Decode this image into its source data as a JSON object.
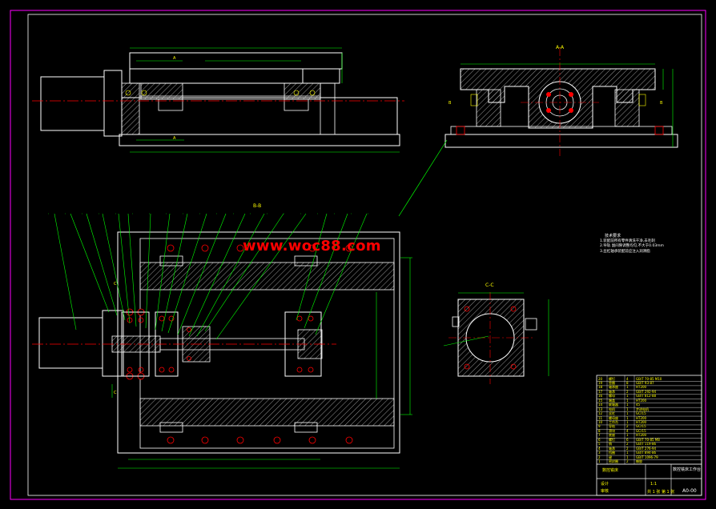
{
  "watermark": "www.woc88.com",
  "section_labels": {
    "aa": "A-A",
    "bb": "B-B",
    "cc": "C-C",
    "a_mark": "A",
    "b_mark": "B",
    "c_mark": "C"
  },
  "tech_notes": {
    "heading": "技术要求",
    "lines": [
      "1.装配前所有零件清洗干净,去毛刺",
      "2.导轨 副间隙调整均匀,不大于0.03mm",
      "3.丝杠轴承装配前应注入润滑脂"
    ]
  },
  "title_block": {
    "drawing_title": "数控铣床工作台",
    "scale": "1:1",
    "drawing_number": "A0-00",
    "sheet": "共 1 张 第 1 张",
    "company": "数控铣床",
    "designer": "设计",
    "checker": "审核"
  },
  "bom_rows": [
    [
      "20",
      "螺钉",
      "4",
      "GB/T 70-85 M10"
    ],
    [
      "19",
      "垫圈",
      "8",
      "GB/T 93-87"
    ],
    [
      "18",
      "轴承座",
      "1",
      "HT200"
    ],
    [
      "17",
      "轴承",
      "2",
      "GB/T 292-94"
    ],
    [
      "16",
      "螺母",
      "1",
      "GB/T 812-88"
    ],
    [
      "15",
      "端盖",
      "1",
      "HT200"
    ],
    [
      "14",
      "联轴器",
      "1",
      "45"
    ],
    [
      "13",
      "电机",
      "1",
      "步进电机"
    ],
    [
      "12",
      "丝杠",
      "1",
      "GCr15"
    ],
    [
      "11",
      "螺母座",
      "1",
      "HT200"
    ],
    [
      "10",
      "工作台",
      "1",
      "HT200"
    ],
    [
      "9",
      "导轨",
      "2",
      "GCr15"
    ],
    [
      "8",
      "滑块",
      "4",
      "GCr15"
    ],
    [
      "7",
      "底座",
      "1",
      "HT200"
    ],
    [
      "6",
      "螺钉",
      "6",
      "GB/T 70-85 M8"
    ],
    [
      "5",
      "销",
      "2",
      "GB/T 119-86"
    ],
    [
      "4",
      "轴承",
      "2",
      "GB/T 276-94"
    ],
    [
      "3",
      "挡圈",
      "1",
      "GB/T 894-86"
    ],
    [
      "2",
      "键",
      "1",
      "GB/T 1096-79"
    ],
    [
      "1",
      "密封圈",
      "2",
      "橡胶"
    ]
  ],
  "colors": {
    "background": "#000000",
    "frame": "#ff00ff",
    "outline": "#ffffff",
    "dimension": "#00ff00",
    "centerline": "#ff0000",
    "hatch": "#ffffff",
    "text": "#ffff00",
    "hidden": "#00ffff"
  }
}
